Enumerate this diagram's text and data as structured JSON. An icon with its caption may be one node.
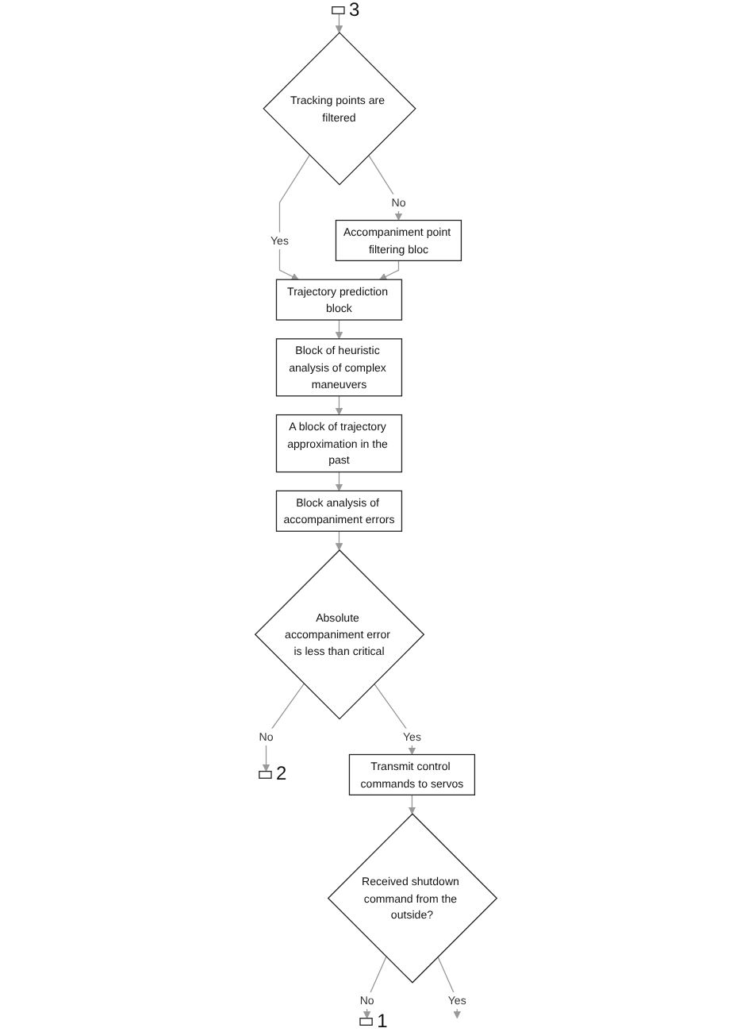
{
  "diagram": {
    "nodes": [
      {
        "text": [],
        "shape": "box",
        "beside": [
          "1"
        ]
      },
      {
        "text": [],
        "shape": "box",
        "beside": [
          "2"
        ]
      },
      {
        "text": [],
        "shape": "box",
        "beside": [
          "3"
        ]
      },
      {
        "text": [
          "Tracking points are filtered"
        ]
      },
      {
        "text": [
          "Accompaniment point filtering bloc"
        ]
      },
      {
        "text": [
          "Trajectory prediction block"
        ]
      },
      {
        "text": [
          "Block of heuristic analysis of complex maneuvers"
        ]
      },
      {
        "text": [
          "A block of trajectory approximation in the past"
        ]
      },
      {
        "text": [
          "Block analysis of accompaniment errors"
        ]
      },
      {
        "text": [
          "Absolute accompaniment error is less than critical"
        ]
      },
      {
        "text": [
          "Transmit control commands to servos"
        ]
      },
      {
        "text": [
          "Received shutdown command from the outside?"
        ]
      }
    ],
    "edges": [
      {
        "from": 2,
        "to": 3,
        "arrow": "to"
      },
      {
        "from": 3,
        "to": 4,
        "arrow": "to",
        "label": "No"
      },
      {
        "from": 3,
        "to": 5,
        "arrow": "to",
        "label": "Yes"
      },
      {
        "from": 4,
        "to": 5,
        "arrow": "to"
      },
      {
        "from": 5,
        "to": 6,
        "arrow": "to"
      },
      {
        "from": 6,
        "to": 7,
        "arrow": "to"
      },
      {
        "from": 7,
        "to": 8,
        "arrow": "to"
      },
      {
        "from": 8,
        "to": 9,
        "arrow": "to"
      },
      {
        "from": 9,
        "to": 1,
        "arrow": "to",
        "label": "No"
      },
      {
        "from": 9,
        "to": 10,
        "arrow": "to",
        "label": "Yes"
      },
      {
        "from": 10,
        "to": 11,
        "arrow": "to"
      },
      {
        "from": 11,
        "to": 0,
        "arrow": "to",
        "label": "No"
      },
      {
        "from": 11,
        "to": null,
        "arrow": "to",
        "label": "Yes"
      }
    ]
  }
}
